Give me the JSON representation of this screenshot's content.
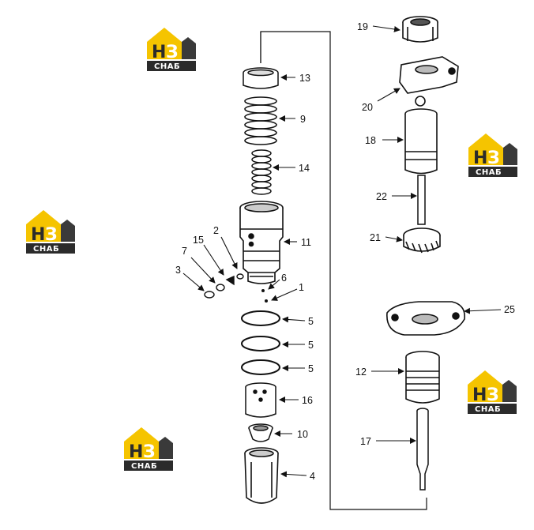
{
  "logo": {
    "top_text": "НЗ",
    "bottom_text": "СНАБ",
    "colors": {
      "roof": "#f5c400",
      "accent": "#d9a800",
      "plate": "#2b2b2b",
      "text": "#ffffff"
    }
  },
  "callouts": {
    "c1": "1",
    "c2": "2",
    "c3": "3",
    "c4": "4",
    "c5a": "5",
    "c5b": "5",
    "c5c": "5",
    "c6": "6",
    "c7": "7",
    "c9": "9",
    "c10": "10",
    "c11": "11",
    "c12": "12",
    "c13": "13",
    "c14": "14",
    "c15": "15",
    "c16": "16",
    "c17": "17",
    "c18": "18",
    "c19": "19",
    "c20": "20",
    "c21": "21",
    "c22": "22",
    "c25": "25"
  }
}
